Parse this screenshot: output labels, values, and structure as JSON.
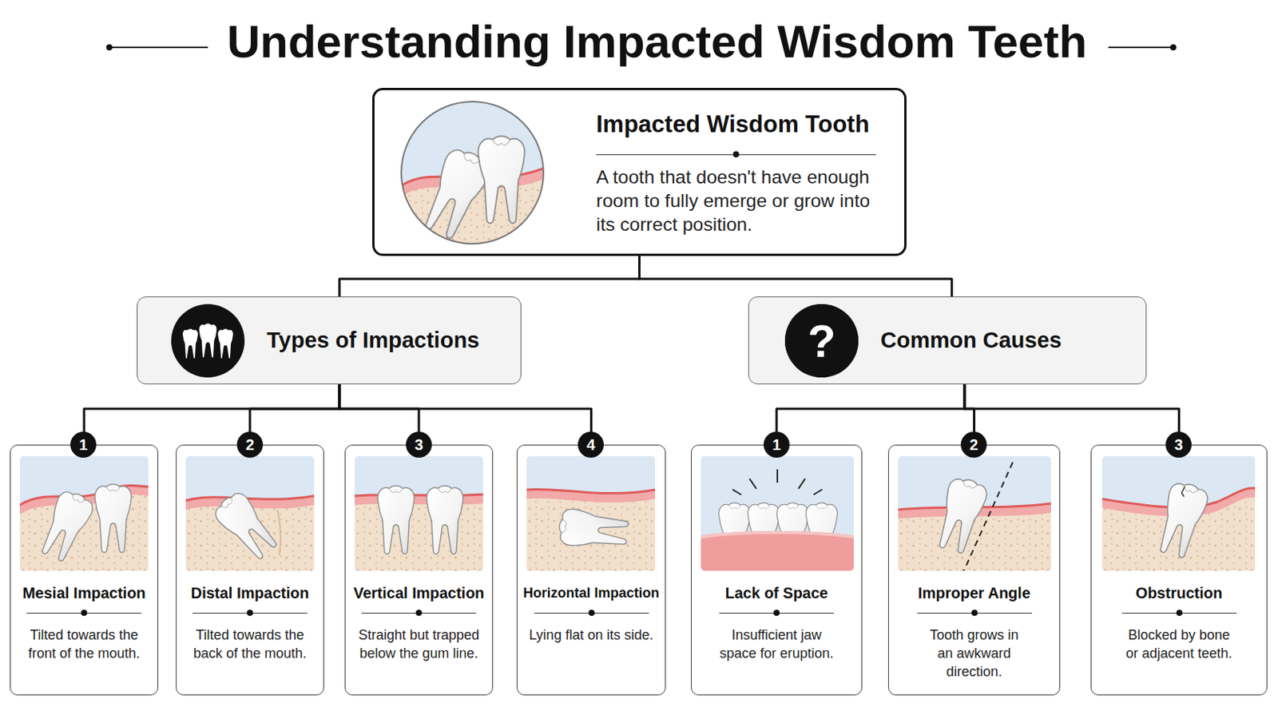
{
  "diagram": {
    "title": "Understanding Impacted Wisdom Teeth",
    "nodes": [
      {
        "text": [
          "Impacted Wisdom Tooth",
          "A tooth that doesn't have enough room to fully emerge or grow into its correct position."
        ]
      },
      {
        "text": [
          "Types of Impactions"
        ]
      },
      {
        "text": [
          "Common Causes"
        ]
      },
      {
        "text": [
          "Mesial Impaction",
          "Tilted towards the front of the mouth."
        ]
      },
      {
        "text": [
          "Distal Impaction",
          "Tilted towards the back of the mouth."
        ]
      },
      {
        "text": [
          "Vertical Impaction",
          "Straight but trapped below the gum line."
        ]
      },
      {
        "text": [
          "Horizontal Impaction",
          "Lying flat on its side."
        ]
      },
      {
        "text": [
          "Lack of Space",
          "Insufficient jaw space for eruption."
        ]
      },
      {
        "text": [
          "Improper Angle",
          "Tooth grows in an awkward direction."
        ]
      },
      {
        "text": [
          "Obstruction",
          "Blocked by bone or adjacent teeth."
        ]
      }
    ],
    "edges": [
      {
        "from": 0,
        "to": 1,
        "arrow": "none"
      },
      {
        "from": 0,
        "to": 2,
        "arrow": "none"
      },
      {
        "from": 1,
        "to": 3,
        "arrow": "none"
      },
      {
        "from": 1,
        "to": 4,
        "arrow": "none"
      },
      {
        "from": 1,
        "to": 5,
        "arrow": "none"
      },
      {
        "from": 1,
        "to": 6,
        "arrow": "none"
      },
      {
        "from": 2,
        "to": 7,
        "arrow": "none"
      },
      {
        "from": 2,
        "to": 8,
        "arrow": "none"
      },
      {
        "from": 2,
        "to": 9,
        "arrow": "none"
      }
    ],
    "labels": [
      "1",
      "2",
      "3",
      "4",
      "1",
      "2",
      "3",
      "?"
    ]
  }
}
